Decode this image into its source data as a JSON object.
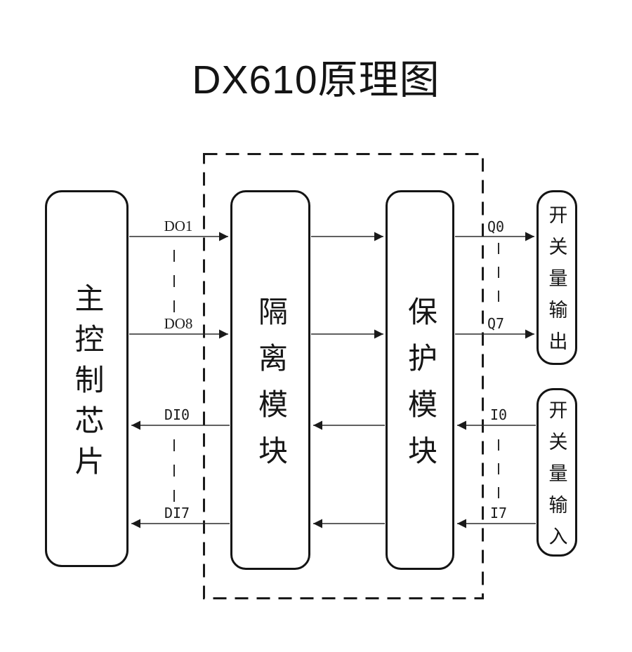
{
  "title": "DX610原理图",
  "nodes": {
    "main_chip": "主控制芯片",
    "isolation_module": "隔离模块",
    "protection_module": "保护模块",
    "switch_output": "开关量输出",
    "switch_input": "开关量输入"
  },
  "signals": {
    "do_start": "DO1",
    "do_end": "DO8",
    "di_start": "DI0",
    "di_end": "DI7",
    "q_start": "Q0",
    "q_end": "Q7",
    "i_start": "I0",
    "i_end": "I7"
  },
  "connections": [
    {
      "from": "主控制芯片",
      "to": "隔离模块",
      "signals": "DO1-DO8",
      "direction": "right"
    },
    {
      "from": "隔离模块",
      "to": "保护模块",
      "signals": "DO1-DO8",
      "direction": "right"
    },
    {
      "from": "保护模块",
      "to": "开关量输出",
      "signals": "Q0-Q7",
      "direction": "right"
    },
    {
      "from": "开关量输入",
      "to": "保护模块",
      "signals": "I0-I7",
      "direction": "left"
    },
    {
      "from": "保护模块",
      "to": "隔离模块",
      "signals": "DI0-DI7",
      "direction": "left"
    },
    {
      "from": "隔离模块",
      "to": "主控制芯片",
      "signals": "DI0-DI7",
      "direction": "left"
    }
  ],
  "colors": {
    "ink": "#141414",
    "line": "#2b2b2b",
    "background": "#ffffff"
  }
}
